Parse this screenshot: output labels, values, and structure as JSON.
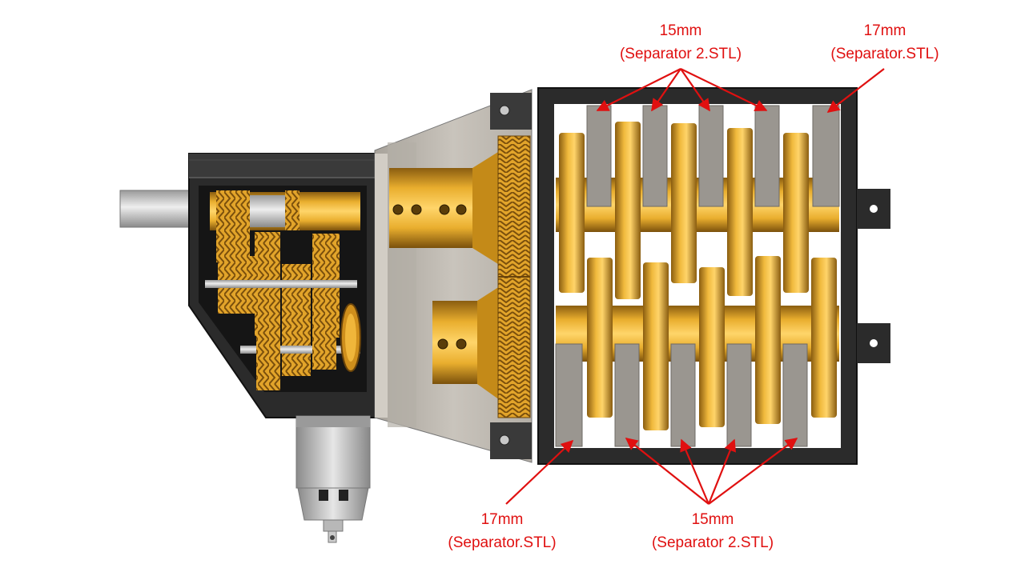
{
  "annotations": {
    "top_15": {
      "size": "15mm",
      "file": "(Separator 2.STL)"
    },
    "top_17": {
      "size": "17mm",
      "file": "(Separator.STL)"
    },
    "bottom_17": {
      "size": "17mm",
      "file": "(Separator.STL)"
    },
    "bottom_15": {
      "size": "15mm",
      "file": "(Separator 2.STL)"
    }
  },
  "colors": {
    "annotation": "#e01010",
    "housing": "#2a2a2a",
    "gear_gold": "#e8ab2c",
    "separator_grey": "#9a9690",
    "adapter_grey": "#bdb8b0"
  }
}
